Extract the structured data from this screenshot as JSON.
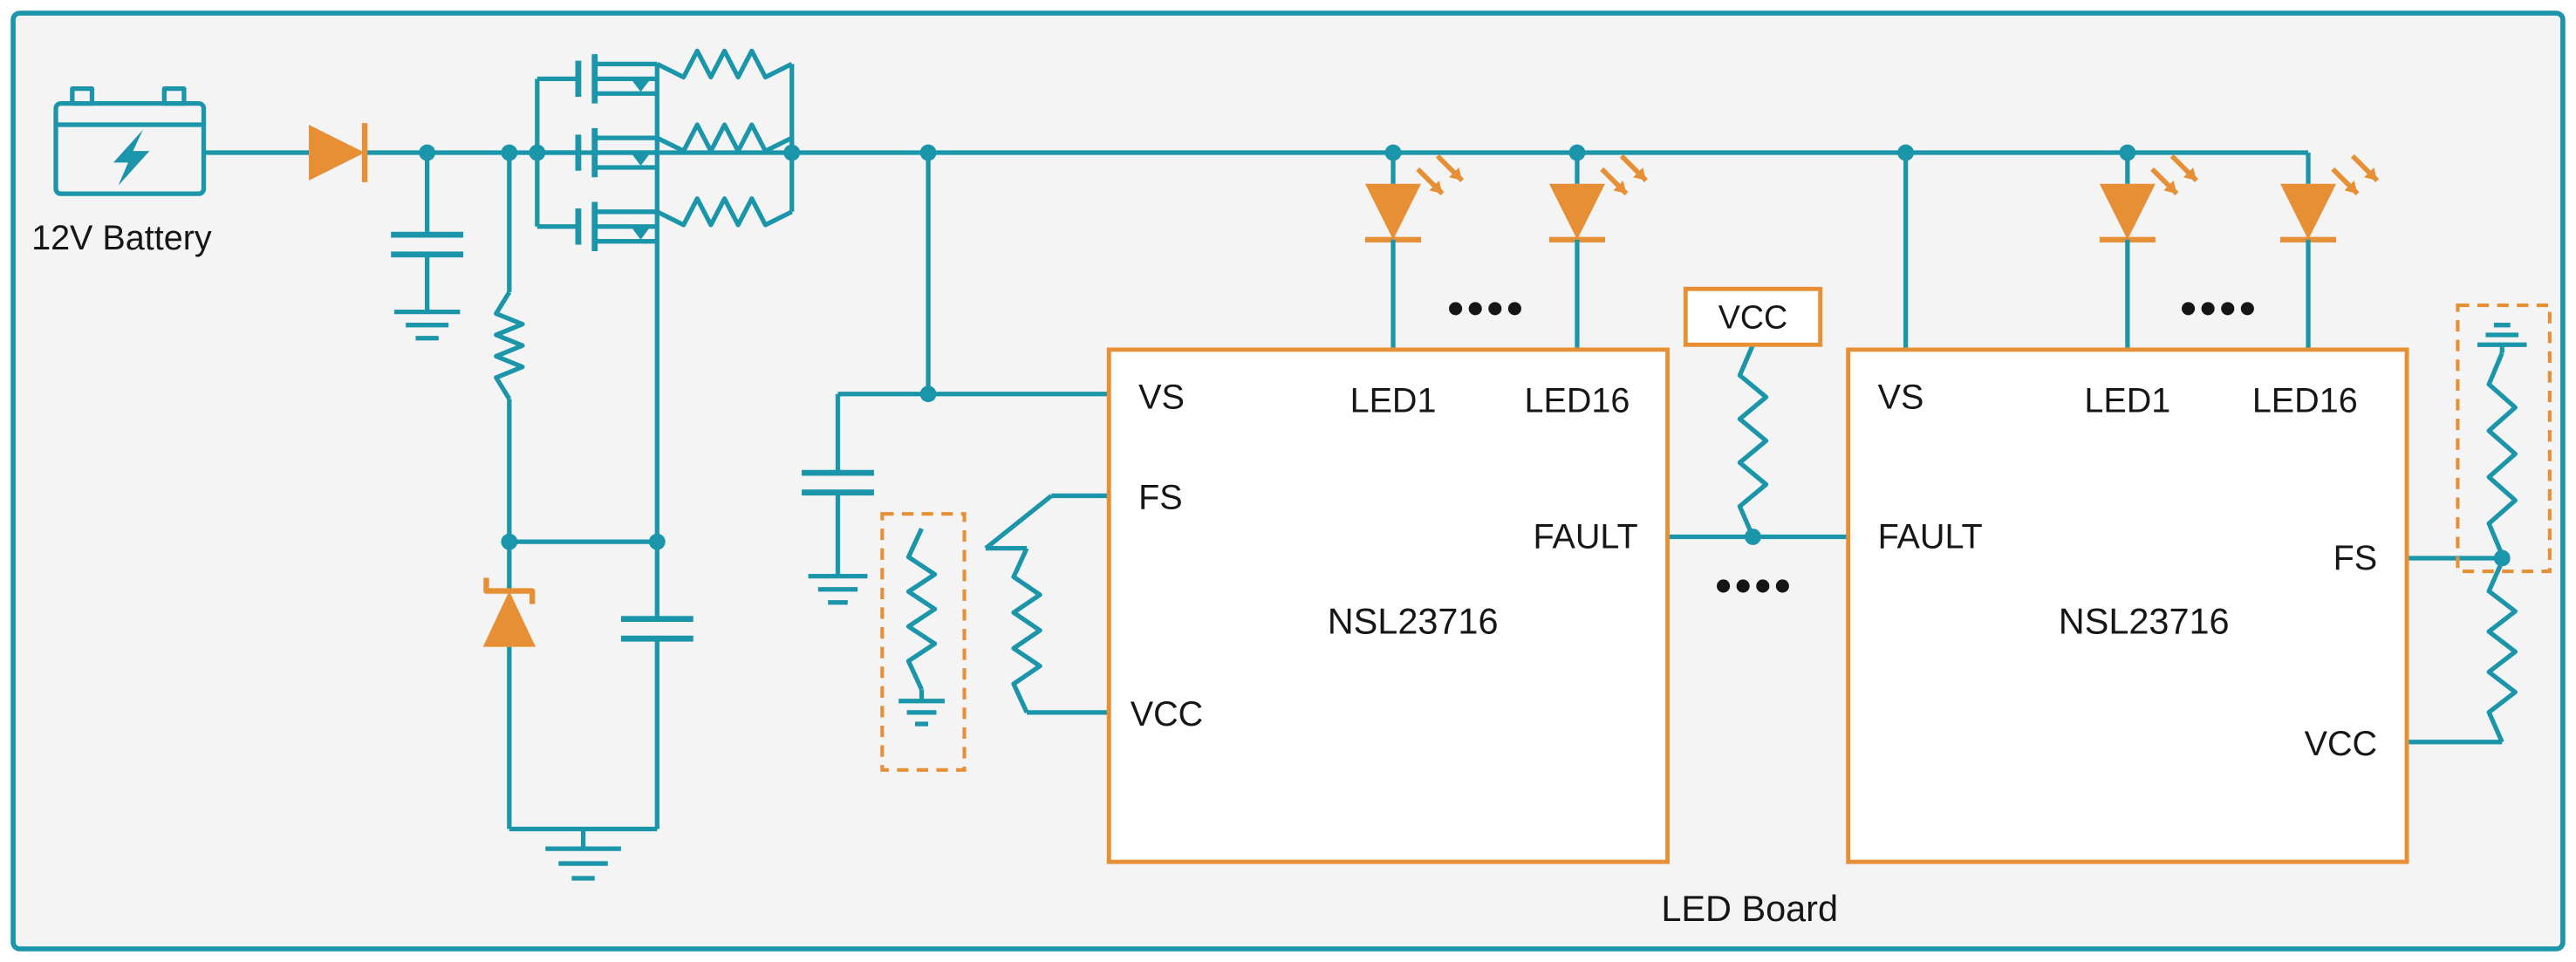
{
  "colors": {
    "teal": "#1a95a9",
    "orange": "#e78f35",
    "background": "#f4f4f5",
    "panel": "#ffffff",
    "text": "#161616"
  },
  "battery": {
    "label": "12V Battery"
  },
  "ics": {
    "left": {
      "name": "NSL23716",
      "pins": {
        "vs": "VS",
        "fs": "FS",
        "vcc": "VCC",
        "led1": "LED1",
        "led16": "LED16",
        "fault": "FAULT"
      }
    },
    "right": {
      "name": "NSL23716",
      "pins": {
        "vs": "VS",
        "fault": "FAULT",
        "led1": "LED1",
        "led16": "LED16",
        "fs": "FS",
        "vcc": "VCC"
      }
    }
  },
  "vcc_net_label": "VCC",
  "board_label": "LED Board",
  "led_ellipsis": "• • • •",
  "fault_ellipsis": "• • • •"
}
